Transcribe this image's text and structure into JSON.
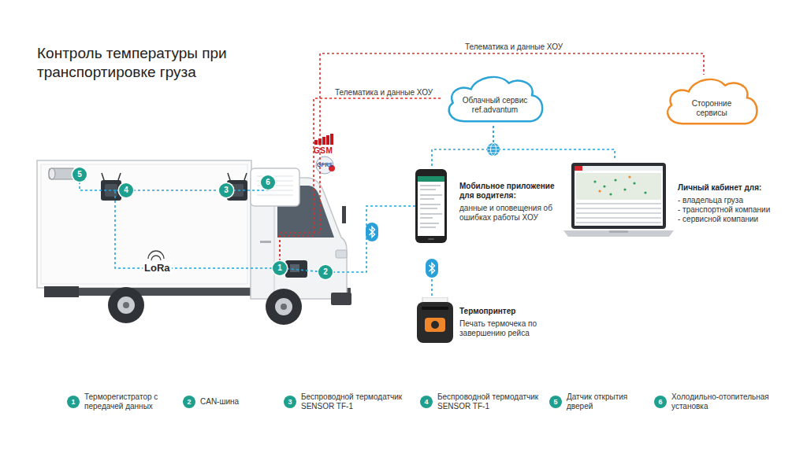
{
  "diagram": {
    "title": "Контроль температуры при транспортировке груза",
    "nodes": [
      {
        "text": [
          "Облачный сервис ref.advantum"
        ]
      },
      {
        "text": [
          "Сторонние сервисы"
        ]
      },
      {
        "text": [
          "Мобильное приложение для водителя:",
          "данные и оповещения об ошибках работы ХОУ"
        ]
      },
      {
        "text": [
          "Личный кабинет для:",
          "- владельца груза",
          "- транспортной компании",
          "- сервисной компании"
        ]
      },
      {
        "text": [
          "Термопринтер",
          "Печать термочека по завершению рейса"
        ]
      },
      {
        "text": [
          "1"
        ]
      },
      {
        "text": [
          "2"
        ]
      },
      {
        "text": [
          "3"
        ]
      },
      {
        "text": [
          "4"
        ]
      },
      {
        "text": [
          "5"
        ]
      },
      {
        "text": [
          "6"
        ]
      }
    ],
    "edges": [
      {
        "from": 5,
        "to": 0,
        "label": "Телематика и данные ХОУ",
        "arrow": "none"
      },
      {
        "from": 5,
        "to": 1,
        "label": "Телематика и данные ХОУ",
        "arrow": "none"
      },
      {
        "from": 0,
        "to": 2,
        "arrow": "none"
      },
      {
        "from": 0,
        "to": 3,
        "arrow": "none"
      },
      {
        "from": 2,
        "to": 4,
        "arrow": "none"
      },
      {
        "from": 6,
        "to": 2,
        "arrow": "none"
      },
      {
        "from": 5,
        "to": 6,
        "arrow": "none"
      },
      {
        "from": 9,
        "to": 8,
        "arrow": "none"
      },
      {
        "from": 8,
        "to": 7,
        "arrow": "none"
      },
      {
        "from": 7,
        "to": 10,
        "arrow": "none"
      },
      {
        "from": 8,
        "to": 5,
        "arrow": "none"
      }
    ],
    "labels": [
      "GSM",
      "GPRS",
      "LoRa",
      "1",
      "2",
      "3",
      "4",
      "5",
      "6"
    ],
    "legend": [
      {
        "text": "Терморегистратор с передачей данных",
        "color": "#1fa08e"
      },
      {
        "text": "CAN-шина",
        "color": "#1fa08e"
      },
      {
        "text": "Беспроводной термодатчик SENSOR TF-1",
        "color": "#1fa08e"
      },
      {
        "text": "Беспроводной термодатчик SENSOR TF-1",
        "color": "#1fa08e"
      },
      {
        "text": "Датчик открытия дверей",
        "color": "#1fa08e"
      },
      {
        "text": "Холодильно-отопительная установка",
        "color": "#1fa08e"
      }
    ]
  }
}
